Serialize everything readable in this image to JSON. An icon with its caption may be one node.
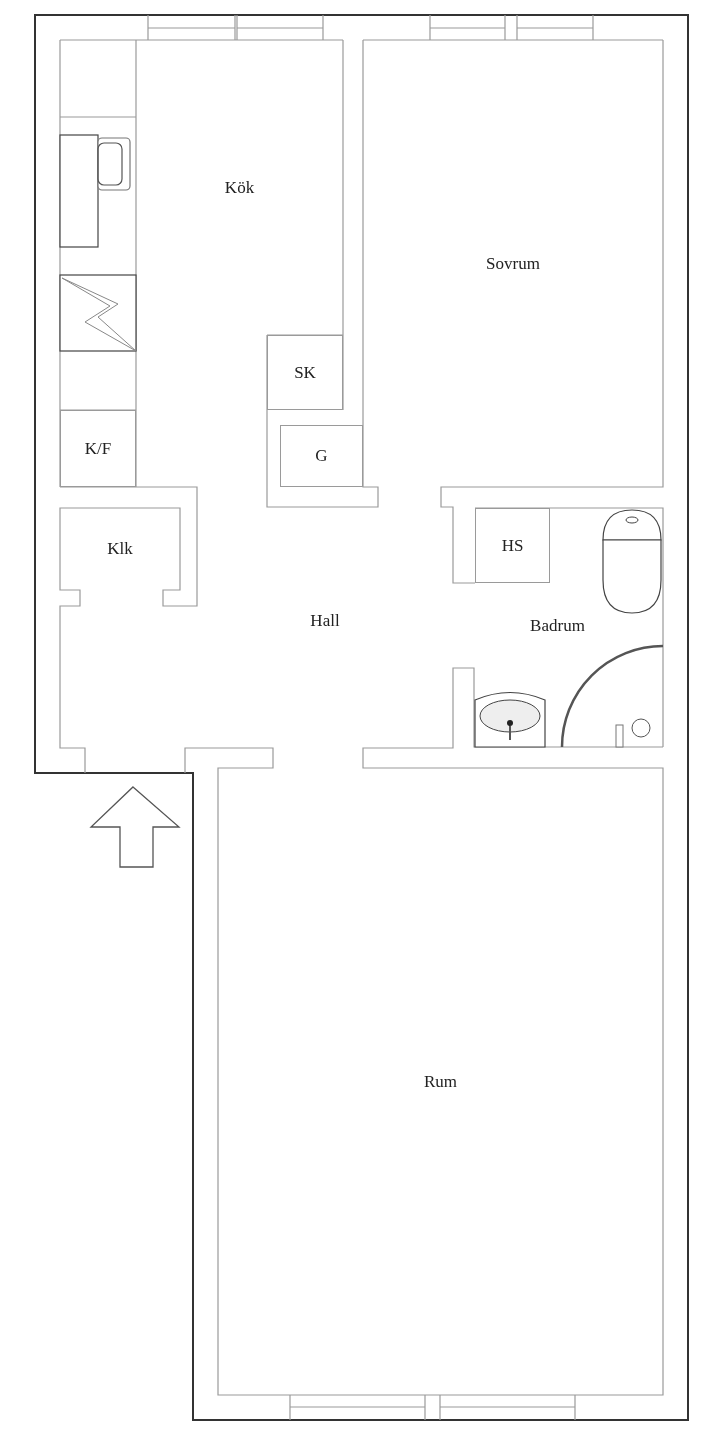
{
  "diagram": {
    "nodes": [
      {
        "text": [
          "Kök"
        ]
      },
      {
        "text": [
          "Sovrum"
        ]
      },
      {
        "text": [
          "SK"
        ]
      },
      {
        "text": [
          "K/F"
        ]
      },
      {
        "text": [
          "G"
        ]
      },
      {
        "text": [
          "Klk"
        ]
      },
      {
        "text": [
          "HS"
        ]
      },
      {
        "text": [
          "Hall"
        ]
      },
      {
        "text": [
          "Badrum"
        ]
      },
      {
        "text": [
          "Rum"
        ]
      }
    ]
  }
}
